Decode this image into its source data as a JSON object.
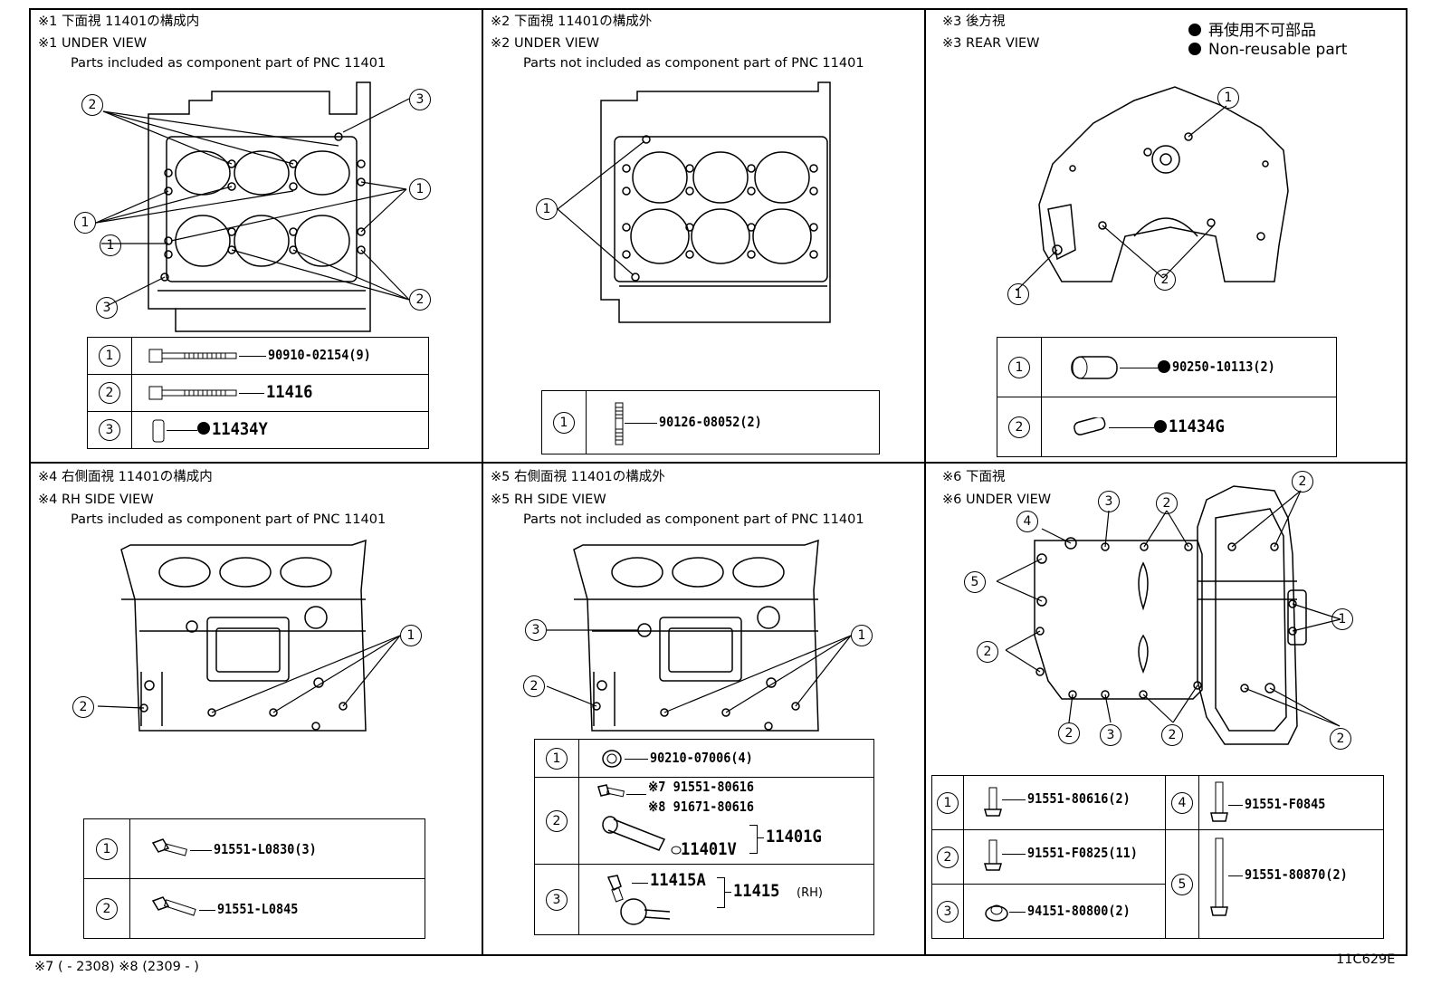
{
  "panels": [
    {
      "id": "p1",
      "line1": "※1 下面視 11401の構成内",
      "line2": "※1 UNDER VIEW",
      "line3": "Parts included as component part of PNC 11401"
    },
    {
      "id": "p2",
      "line1": "※2 下面視 11401の構成外",
      "line2": "※2 UNDER VIEW",
      "line3": "Parts not included as component part of PNC 11401"
    },
    {
      "id": "p3",
      "line1": "※3 後方視",
      "line2": "※3 REAR VIEW"
    },
    {
      "id": "p4",
      "line1": "※4 右側面視 11401の構成内",
      "line2": "※4 RH SIDE VIEW",
      "line3": "Parts included as component part of PNC 11401"
    },
    {
      "id": "p5",
      "line1": "※5 右側面視 11401の構成外",
      "line2": "※5 RH SIDE VIEW",
      "line3": "Parts not included as component part of PNC 11401"
    },
    {
      "id": "p6",
      "line1": "※6 下面視",
      "line2": "※6 UNDER VIEW"
    }
  ],
  "legend": {
    "jp": "再使用不可部品",
    "en": "Non-reusable part"
  },
  "callouts": [
    "1",
    "2",
    "3",
    "4",
    "5"
  ],
  "parts": {
    "p1": [
      "90910-02154(9)",
      "11416",
      "11434Y"
    ],
    "p2": [
      "90126-08052(2)"
    ],
    "p3": [
      "90250-10113(2)",
      "11434G"
    ],
    "p4": [
      "91551-L0830(3)",
      "91551-L0845"
    ],
    "p5": {
      "r1": "90210-07006(4)",
      "r2a": "※7 91551-80616",
      "r2b": "※8 91671-80616",
      "r2c": "11401V",
      "r2d": "11401G",
      "r3a": "11415A",
      "r3b": "11415",
      "r3c": "(RH)"
    },
    "p6": [
      "91551-80616(2)",
      "91551-F0825(11)",
      "94151-80800(2)",
      "91551-F0845",
      "91551-80870(2)"
    ]
  },
  "footer": {
    "notes": "※7 (       - 2308)   ※8 (2309  -         )",
    "code": "11C629E"
  }
}
